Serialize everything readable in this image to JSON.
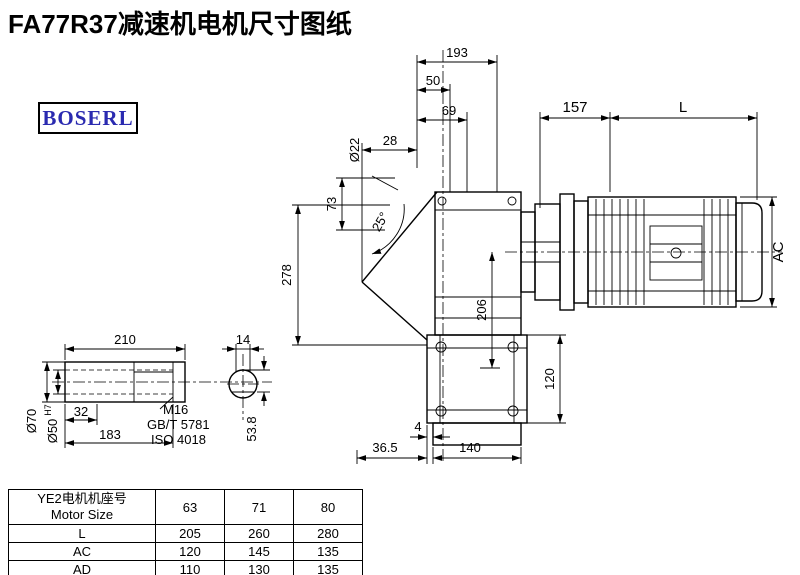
{
  "page": {
    "title": "FA77R37减速机电机尺寸图纸",
    "brand": "BOSERL"
  },
  "drawing": {
    "dims": {
      "top_193": "193",
      "top_50": "50",
      "top_69": "69",
      "d28": "28",
      "dia22": "Ø22",
      "d73": "73",
      "angle25": "25°",
      "d278": "278",
      "d157": "157",
      "dL": "L",
      "dAC": "AC",
      "d206": "206",
      "d120": "120",
      "d4": "4",
      "d36_5": "36.5",
      "d140": "140",
      "d210": "210",
      "d14": "14",
      "dia70": "Ø70",
      "dia50": "Ø50",
      "dia50_tol": "H7",
      "d32": "32",
      "d183": "183",
      "d53_8": "53.8",
      "thread": "M16",
      "std1": "GB/T 5781",
      "std2": "ISO 4018"
    }
  },
  "table": {
    "header": {
      "cn": "YE2电机机座号",
      "en": "Motor Size",
      "cols": [
        "63",
        "71",
        "80"
      ]
    },
    "rows": [
      {
        "label": "L",
        "values": [
          "205",
          "260",
          "280"
        ]
      },
      {
        "label": "AC",
        "values": [
          "120",
          "145",
          "135"
        ]
      },
      {
        "label": "AD",
        "values": [
          "110",
          "130",
          "135"
        ]
      }
    ]
  }
}
